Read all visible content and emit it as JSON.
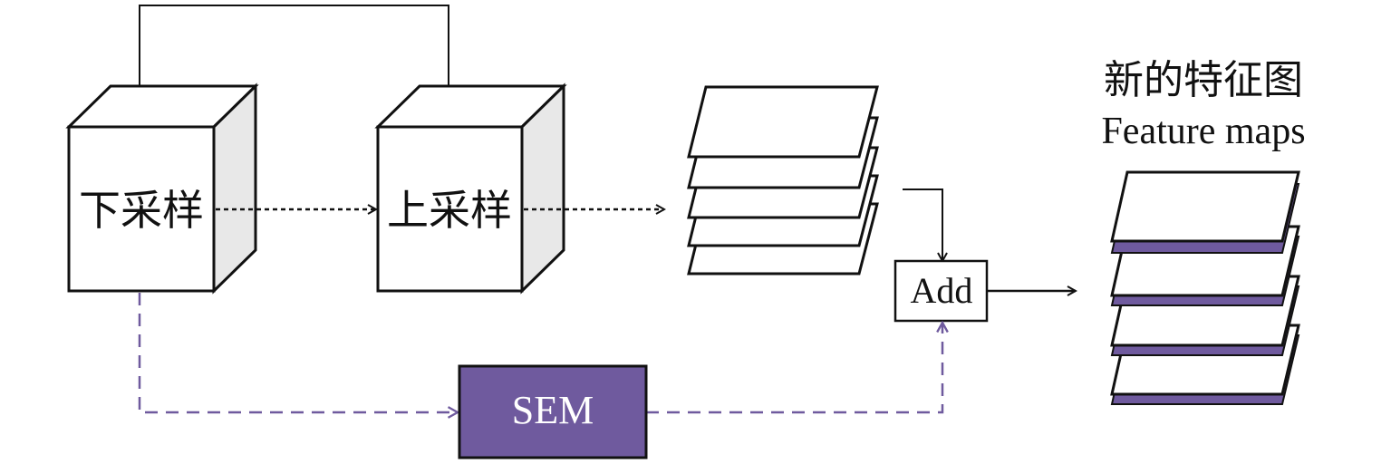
{
  "blocks": {
    "downsample": "下采样",
    "upsample": "上采样",
    "sem": "SEM",
    "add": "Add"
  },
  "output": {
    "title_cn": "新的特征图",
    "title_en": "Feature maps"
  },
  "colors": {
    "stroke": "#111111",
    "side_face": "#e8e8e8",
    "accent": "#6f5a9e",
    "sem_text": "#ffffff"
  },
  "stacks": {
    "intermediate_layers": 5,
    "output_layers": 4
  }
}
